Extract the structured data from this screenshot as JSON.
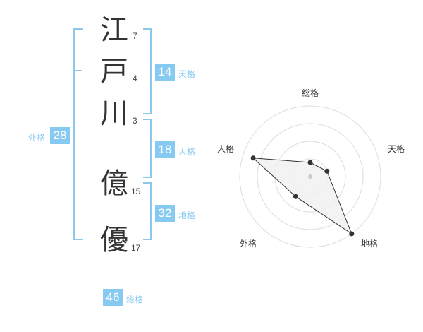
{
  "name": {
    "chars": [
      {
        "char": "江",
        "strokes": "7"
      },
      {
        "char": "戸",
        "strokes": "4"
      },
      {
        "char": "川",
        "strokes": "3"
      },
      {
        "char": "億",
        "strokes": "15"
      },
      {
        "char": "優",
        "strokes": "17"
      }
    ]
  },
  "kakusu": {
    "tenkaku": {
      "value": "14",
      "label": "天格"
    },
    "jinkaku": {
      "value": "18",
      "label": "人格"
    },
    "chikaku": {
      "value": "32",
      "label": "地格"
    },
    "gaikaku": {
      "value": "28",
      "label": "外格"
    },
    "soukaku": {
      "value": "46",
      "label": "総格"
    }
  },
  "radar": {
    "axes": [
      "総格",
      "天格",
      "地格",
      "外格",
      "人格"
    ],
    "values": [
      0.2,
      0.25,
      1.0,
      0.35,
      0.85
    ],
    "colors": {
      "grid": "#dddddd",
      "fill": "#f0f0f0",
      "stroke": "#333333",
      "center": "#cccccc"
    }
  }
}
